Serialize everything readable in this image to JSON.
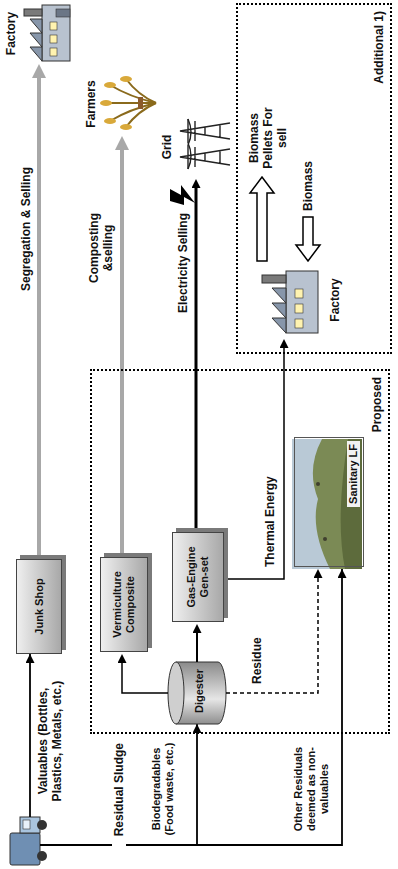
{
  "diagram": {
    "nodes": [
      {
        "text": [
          "Junk Shop"
        ]
      },
      {
        "text": [
          "Proposed"
        ]
      },
      {
        "text": [
          "Vermiculture Composite"
        ],
        "in": 1
      },
      {
        "text": [
          "Digester"
        ],
        "in": 1
      },
      {
        "text": [
          "Gas-Engine Gen-set"
        ],
        "in": 1
      },
      {
        "text": [
          "Sanitary LF"
        ],
        "in": 1
      },
      {
        "text": [
          "Factory"
        ]
      },
      {
        "text": [
          "Farmers"
        ]
      },
      {
        "text": [
          "Grid"
        ]
      },
      {
        "text": [
          "Additional 1)"
        ]
      },
      {
        "text": [
          "Factory"
        ],
        "in": 9
      }
    ],
    "edges": [
      {
        "from": 0,
        "to": 6,
        "arrow": "to",
        "label": "Segregation & Selling"
      },
      {
        "from": 3,
        "to": 2,
        "arrow": "to",
        "label": "Residual Sludge"
      },
      {
        "from": 2,
        "to": 7,
        "arrow": "to",
        "label": "Composting &selling"
      },
      {
        "from": 3,
        "to": 4,
        "arrow": "to"
      },
      {
        "from": 4,
        "to": 8,
        "arrow": "to",
        "label": "Electricity Selling"
      },
      {
        "from": 4,
        "to": 10,
        "arrow": "to",
        "label": "Thermal Energy"
      },
      {
        "from": 3,
        "to": 5,
        "arrow": "to",
        "label": "Residue"
      }
    ],
    "labels": [
      "Valuables (Bottles, Plastics, Metals, etc.)",
      "Biodegradables (Food waste, etc.)",
      "Other Residuals deemed as non-valuables",
      "Biomass",
      "Biomass Pellets For sell"
    ]
  }
}
